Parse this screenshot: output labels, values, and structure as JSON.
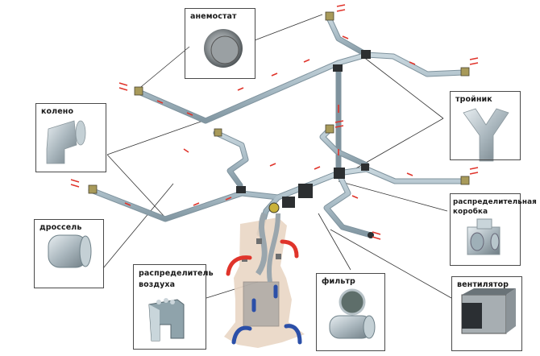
{
  "diagram": {
    "subject": "Схема системы воздушного отопления от камина (воздуховоды)",
    "components": [
      {
        "id": "anemostat",
        "label": "анемостат"
      },
      {
        "id": "elbow",
        "label": "колено"
      },
      {
        "id": "damper",
        "label": "дроссель"
      },
      {
        "id": "tee",
        "label": "тройник"
      },
      {
        "id": "distribution-box",
        "label": "распределительная коробка"
      },
      {
        "id": "air-distributor",
        "label": "распределитель воздуха"
      },
      {
        "id": "filter",
        "label": "фильтр"
      },
      {
        "id": "fan",
        "label": "вентилятор"
      }
    ],
    "colors": {
      "duct": "#a9bcc6",
      "duct_edge": "#7f939e",
      "hot_air": "#e0342b",
      "cold_air": "#2b4fa8",
      "fireplace": "#e9d6c4",
      "box_border": "#4a4a4a",
      "leader_line": "#333333"
    }
  }
}
